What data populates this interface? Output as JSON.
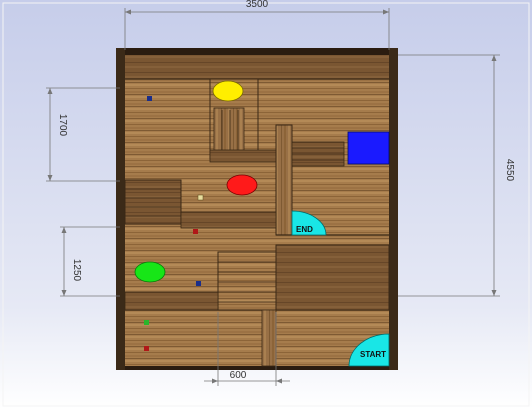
{
  "dimensions": {
    "top_width": "3500",
    "right_height": "4550",
    "left_upper": "1700",
    "left_lower": "1250",
    "bottom_width": "600"
  },
  "zones": {
    "start_label": "START",
    "end_label": "END"
  },
  "colors": {
    "background_top": "#c6cdea",
    "background_bottom": "#ffffff",
    "frame": "#2a1c10",
    "wood_light": "#a67c4c",
    "wood_mid": "#8a6238",
    "wood_dark": "#6e4e2e",
    "zone_cyan": "#19e6e6",
    "target_yellow": "#ffee00",
    "target_red": "#ff1a1a",
    "target_green": "#17e617",
    "target_blue": "#1a1aff",
    "marker_blue": "#1a2e8a",
    "marker_red": "#b01818",
    "marker_green": "#2bb52b",
    "marker_cream": "#e8dd9e"
  },
  "shapes": {
    "circles": [
      "yellow-target-circle",
      "red-target-circle",
      "green-target-circle"
    ],
    "square": "blue-target-square"
  }
}
